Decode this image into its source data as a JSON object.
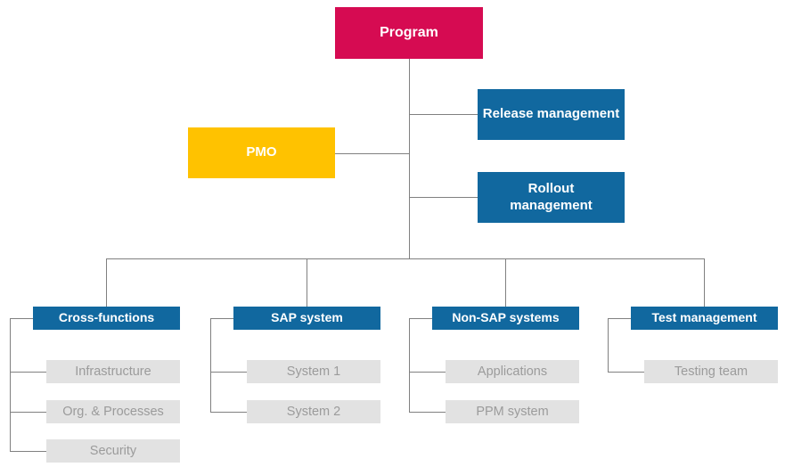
{
  "org": {
    "root": {
      "label": "Program"
    },
    "staff": [
      {
        "label": "Release management"
      },
      {
        "label": "PMO"
      },
      {
        "label": "Rollout management"
      }
    ],
    "columns": [
      {
        "header": "Cross-functions",
        "children": [
          "Infrastructure",
          "Org. & Processes",
          "Security"
        ]
      },
      {
        "header": "SAP system",
        "children": [
          "System 1",
          "System 2"
        ]
      },
      {
        "header": "Non-SAP systems",
        "children": [
          "Applications",
          "PPM system"
        ]
      },
      {
        "header": "Test management",
        "children": [
          "Testing team"
        ]
      }
    ]
  },
  "colors": {
    "program_box": "#D60B52",
    "management_box": "#11689F",
    "pmo_box": "#FFC200",
    "sub_box_bg": "#E2E2E2",
    "sub_box_text": "#9B9B9B",
    "connector": "#808080",
    "box_text": "#FFFFFF"
  }
}
